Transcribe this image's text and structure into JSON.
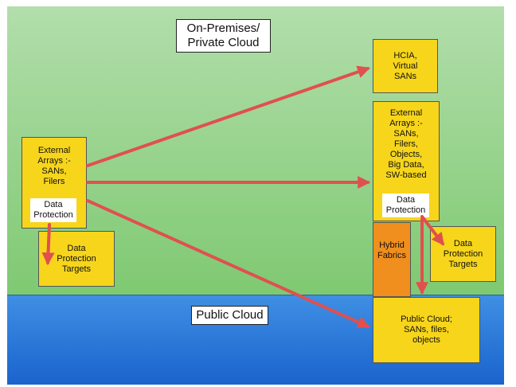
{
  "regions": {
    "onprem": {
      "title_lines": [
        "On-Premises/",
        "Private Cloud"
      ]
    },
    "public": {
      "title": "Public Cloud"
    }
  },
  "boxes": {
    "ext_left": {
      "lines": [
        "External",
        "Arrays :-",
        "SANs,",
        "Filers"
      ]
    },
    "dp_left": {
      "lines": [
        "Data",
        "Protection"
      ]
    },
    "dp_targets_left": {
      "lines": [
        "Data",
        "Protection",
        "Targets"
      ]
    },
    "hcia": {
      "lines": [
        "HCIA,",
        "Virtual",
        "SANs"
      ]
    },
    "ext_right": {
      "lines": [
        "External",
        "Arrays :-",
        "SANs,",
        "Filers,",
        "Objects,",
        "Big Data,",
        "SW-based"
      ]
    },
    "dp_right": {
      "lines": [
        "Data",
        "Protection"
      ]
    },
    "hybrid": {
      "lines": [
        "Hybrid",
        "Fabrics"
      ]
    },
    "dp_targets_right": {
      "lines": [
        "Data",
        "Protection",
        "Targets"
      ]
    },
    "public_cloud": {
      "lines": [
        "Public Cloud;",
        "SANs, files,",
        "objects"
      ]
    }
  },
  "colors": {
    "onprem_fill": "#8fcf83",
    "public_fill": "#2b78d8",
    "box_fill": "#f7d51b",
    "hybrid_fill": "#f08e1e",
    "arrow": "#e0504f"
  }
}
